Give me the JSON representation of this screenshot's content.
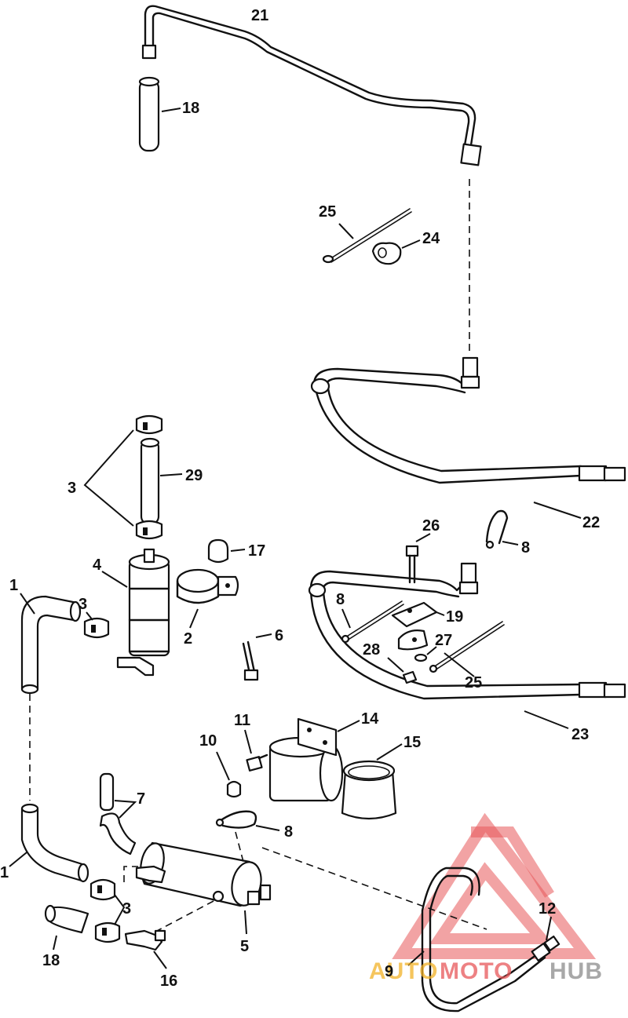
{
  "callouts": [
    {
      "id": "c21a",
      "label": "21"
    },
    {
      "id": "c18a",
      "label": "18"
    },
    {
      "id": "c25a",
      "label": "25"
    },
    {
      "id": "c24",
      "label": "24"
    },
    {
      "id": "c29",
      "label": "29"
    },
    {
      "id": "c3a",
      "label": "3"
    },
    {
      "id": "c22",
      "label": "22"
    },
    {
      "id": "c26",
      "label": "26"
    },
    {
      "id": "c8a",
      "label": "8"
    },
    {
      "id": "c4",
      "label": "4"
    },
    {
      "id": "c17",
      "label": "17"
    },
    {
      "id": "c1a",
      "label": "1"
    },
    {
      "id": "c3b",
      "label": "3"
    },
    {
      "id": "c2",
      "label": "2"
    },
    {
      "id": "c6",
      "label": "6"
    },
    {
      "id": "c8b",
      "label": "8"
    },
    {
      "id": "c19",
      "label": "19"
    },
    {
      "id": "c27",
      "label": "27"
    },
    {
      "id": "c28",
      "label": "28"
    },
    {
      "id": "c25b",
      "label": "25"
    },
    {
      "id": "c11",
      "label": "11"
    },
    {
      "id": "c14",
      "label": "14"
    },
    {
      "id": "c23",
      "label": "23"
    },
    {
      "id": "c10",
      "label": "10"
    },
    {
      "id": "c15",
      "label": "15"
    },
    {
      "id": "c7",
      "label": "7"
    },
    {
      "id": "c8c",
      "label": "8"
    },
    {
      "id": "c1b",
      "label": "1"
    },
    {
      "id": "c3c",
      "label": "3"
    },
    {
      "id": "c12",
      "label": "12"
    },
    {
      "id": "c5",
      "label": "5"
    },
    {
      "id": "c18b",
      "label": "18"
    },
    {
      "id": "c9",
      "label": "9"
    },
    {
      "id": "c16",
      "label": "16"
    }
  ],
  "watermark": {
    "part1": "AUTO",
    "part2": "MOTO",
    "part3": "HUB",
    "color_primary": "#e8585a",
    "color_secondary": "#f2b227",
    "color_tertiary": "#8c8c8c"
  }
}
